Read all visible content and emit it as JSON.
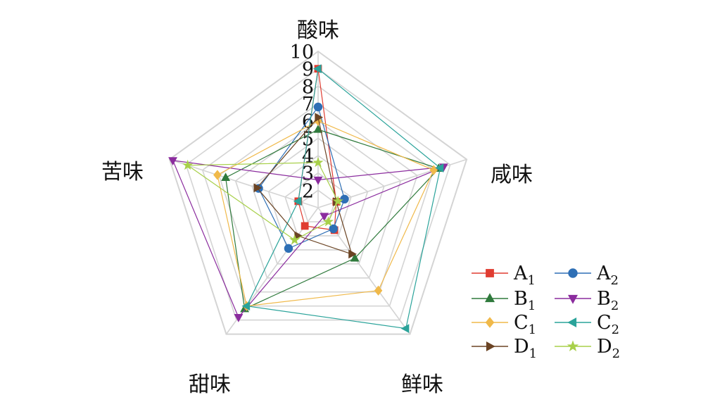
{
  "chart_data": {
    "type": "radar",
    "axes": [
      "酸味",
      "咸味",
      "鲜味",
      "甜味",
      "苦味"
    ],
    "ticks": [
      "2",
      "3",
      "4",
      "5",
      "6",
      "7",
      "8",
      "9",
      "10"
    ],
    "range": [
      1,
      10
    ],
    "grid": true,
    "legend_position": "bottom-right",
    "series": [
      {
        "name": "A",
        "sub": "1",
        "color": "#e03c31",
        "marker": "square",
        "values": [
          9.0,
          2.1,
          2.6,
          2.3,
          2.2
        ]
      },
      {
        "name": "A",
        "sub": "2",
        "color": "#2e6fb5",
        "marker": "circle",
        "values": [
          6.8,
          2.6,
          2.5,
          3.9,
          4.6
        ]
      },
      {
        "name": "B",
        "sub": "1",
        "color": "#2f7a3c",
        "marker": "triangle-up",
        "values": [
          5.5,
          8.3,
          4.6,
          8.2,
          6.6
        ]
      },
      {
        "name": "B",
        "sub": "2",
        "color": "#8b2c9e",
        "marker": "triangle-down",
        "values": [
          2.6,
          8.6,
          1.6,
          8.8,
          9.8
        ]
      },
      {
        "name": "C",
        "sub": "1",
        "color": "#f0b94a",
        "marker": "diamond",
        "values": [
          6.0,
          8.0,
          6.9,
          8.0,
          7.1
        ]
      },
      {
        "name": "C",
        "sub": "2",
        "color": "#2aa39a",
        "marker": "triangle-left",
        "values": [
          9.0,
          8.4,
          9.6,
          8.0,
          2.2
        ]
      },
      {
        "name": "D",
        "sub": "1",
        "color": "#6b4424",
        "marker": "triangle-right",
        "values": [
          6.2,
          2.1,
          4.3,
          3.0,
          4.7
        ]
      },
      {
        "name": "D",
        "sub": "2",
        "color": "#a8d04a",
        "marker": "star",
        "values": [
          3.6,
          2.2,
          2.0,
          3.3,
          8.9
        ]
      }
    ]
  }
}
